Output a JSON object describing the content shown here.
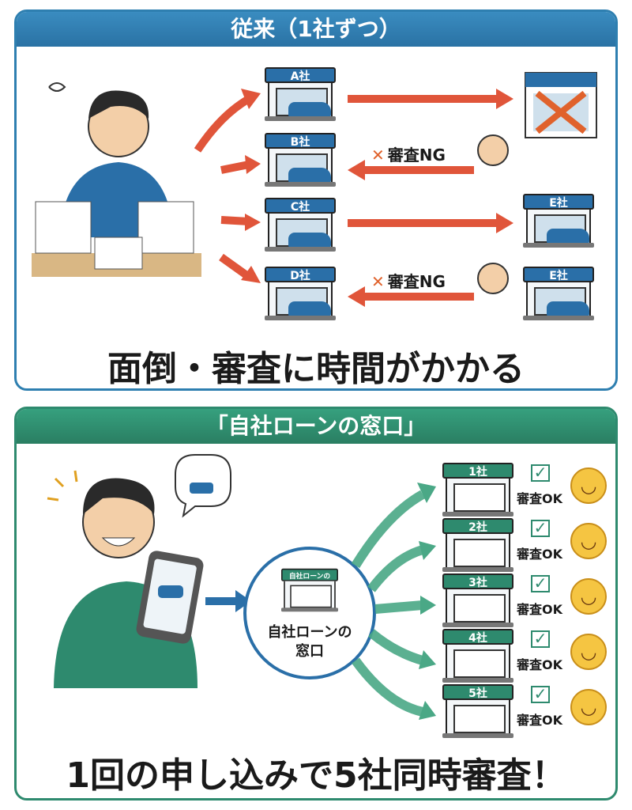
{
  "top": {
    "title": "従来（1社ずつ）",
    "stores": [
      "A社",
      "B社",
      "C社",
      "D社"
    ],
    "right_stores": [
      "E社",
      "E社"
    ],
    "ng_label": "審査NG",
    "caption": "面倒・審査に時間がかかる"
  },
  "bottom": {
    "title": "「自社ローンの窓口」",
    "hub_sign": "自社ローンの",
    "hub_label_line1": "自社ローンの",
    "hub_label_line2": "窓口",
    "stores": [
      "1社",
      "2社",
      "3社",
      "4社",
      "5社"
    ],
    "ok_label": "審査OK",
    "caption": "1回の申し込みで5社同時審査！"
  },
  "colors": {
    "blue": "#2e7fb0",
    "green": "#2e8a6e",
    "arrow_red": "#e0553a"
  }
}
